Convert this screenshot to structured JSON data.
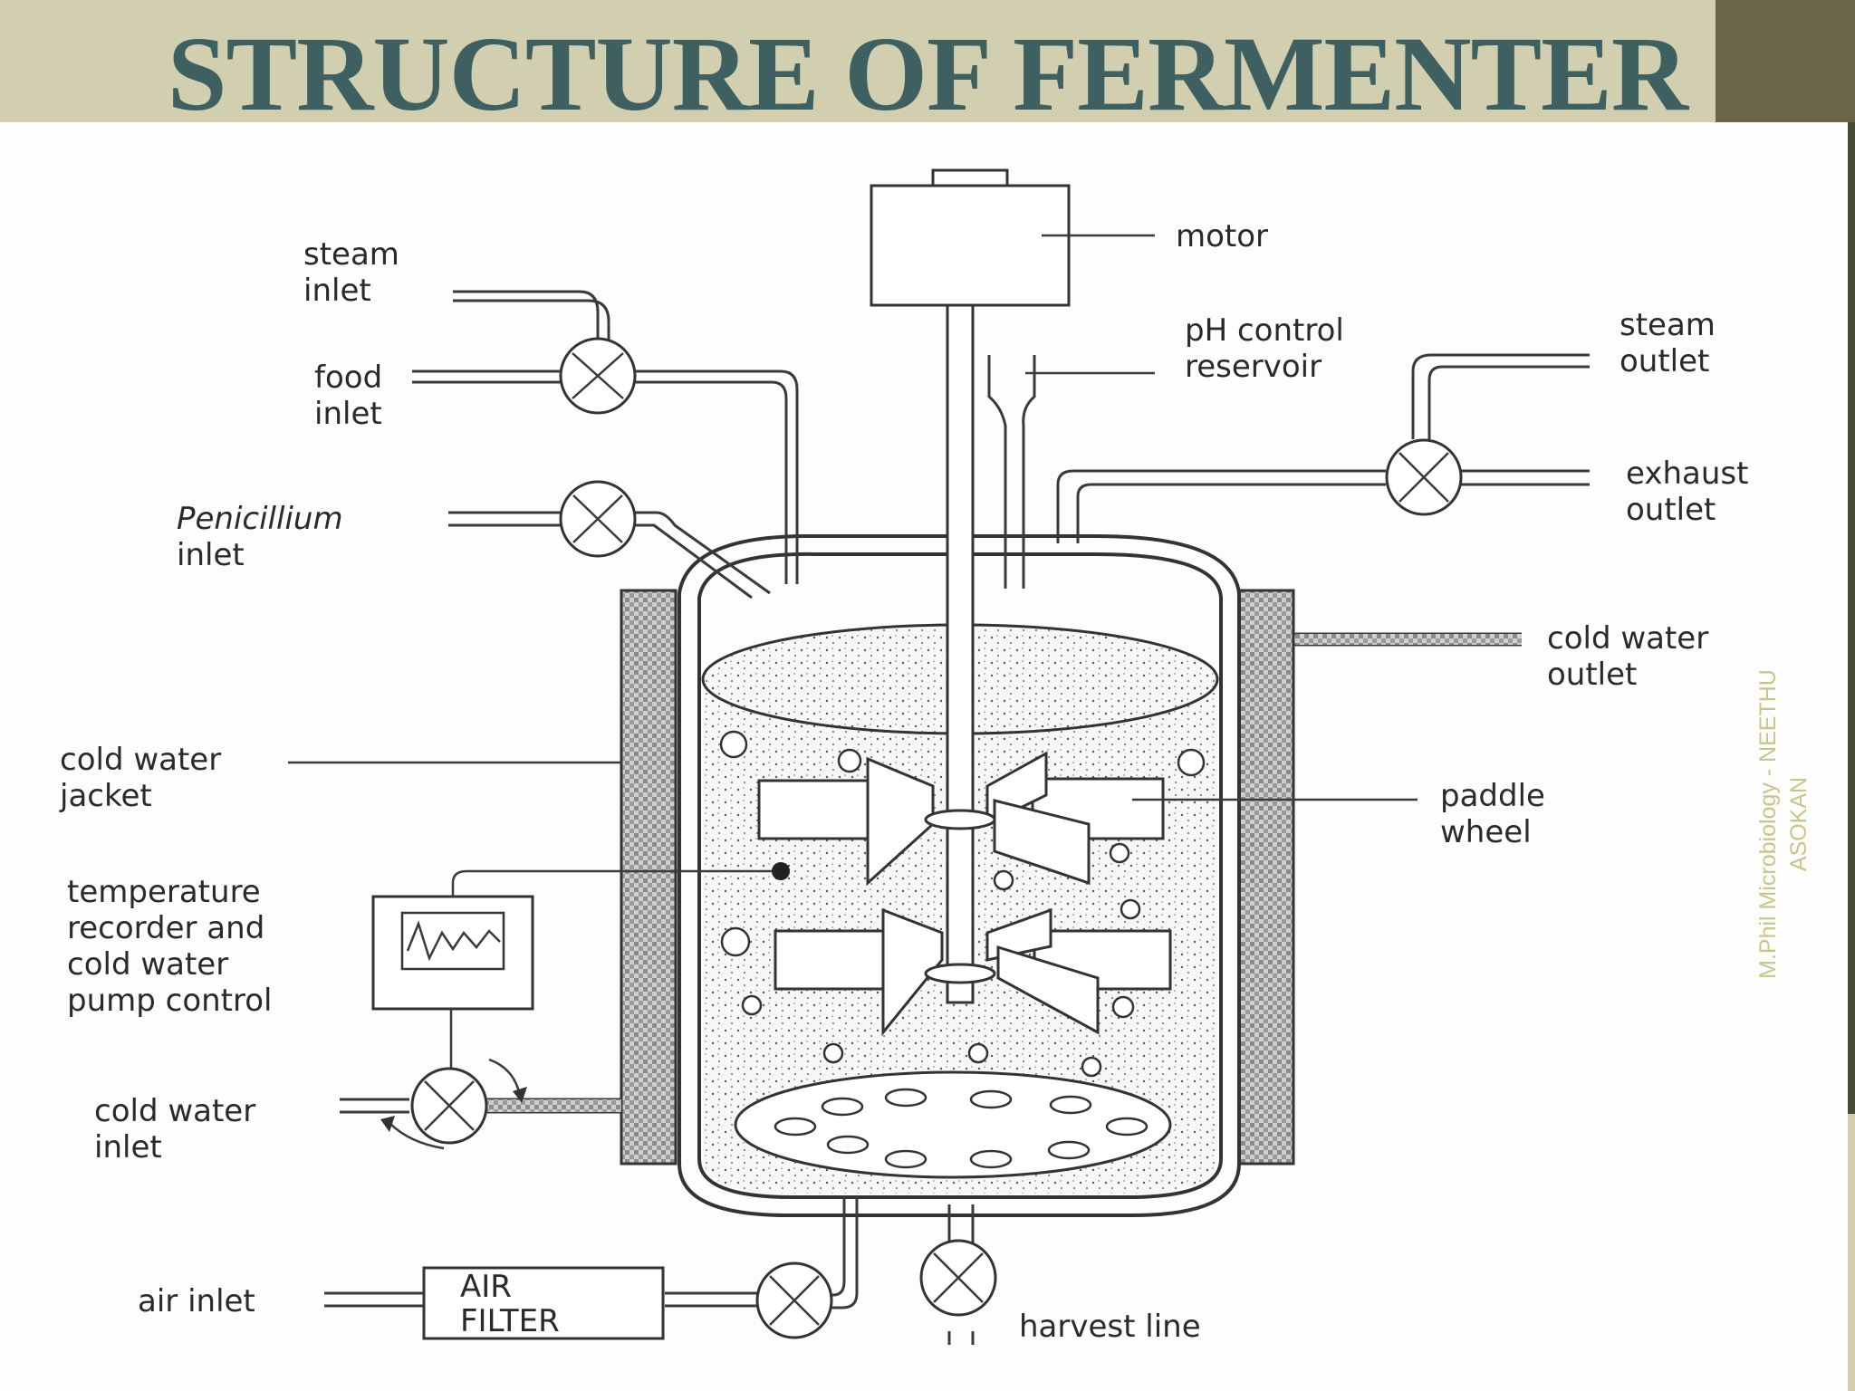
{
  "slide": {
    "title": "STRUCTURE OF FERMENTER",
    "watermark_line1": "M.Phil Microbiology - NEETHU",
    "watermark_line2": "ASOKAN"
  },
  "labels": {
    "motor": "motor",
    "steam_inlet_1": "steam",
    "steam_inlet_2": "inlet",
    "food_inlet_1": "food",
    "food_inlet_2": "inlet",
    "penicillium_inlet_1": "Penicillium",
    "penicillium_inlet_2": "inlet",
    "ph_control_1": "pH control",
    "ph_control_2": "reservoir",
    "steam_outlet_1": "steam",
    "steam_outlet_2": "outlet",
    "exhaust_outlet_1": "exhaust",
    "exhaust_outlet_2": "outlet",
    "cold_water_outlet_1": "cold water",
    "cold_water_outlet_2": "outlet",
    "cold_water_jacket_1": "cold water",
    "cold_water_jacket_2": "jacket",
    "paddle_wheel_1": "paddle",
    "paddle_wheel_2": "wheel",
    "temp_recorder_1": "temperature",
    "temp_recorder_2": "recorder and",
    "temp_recorder_3": "cold water",
    "temp_recorder_4": "pump control",
    "cold_water_inlet_1": "cold water",
    "cold_water_inlet_2": "inlet",
    "air_inlet": "air inlet",
    "air_filter_1": "AIR",
    "air_filter_2": "FILTER",
    "harvest_line": "harvest line"
  },
  "colors": {
    "title_bar": "#d2cfb0",
    "title_text": "#3f6060",
    "title_accent": "#6b6448",
    "watermark": "#c9c58a"
  }
}
